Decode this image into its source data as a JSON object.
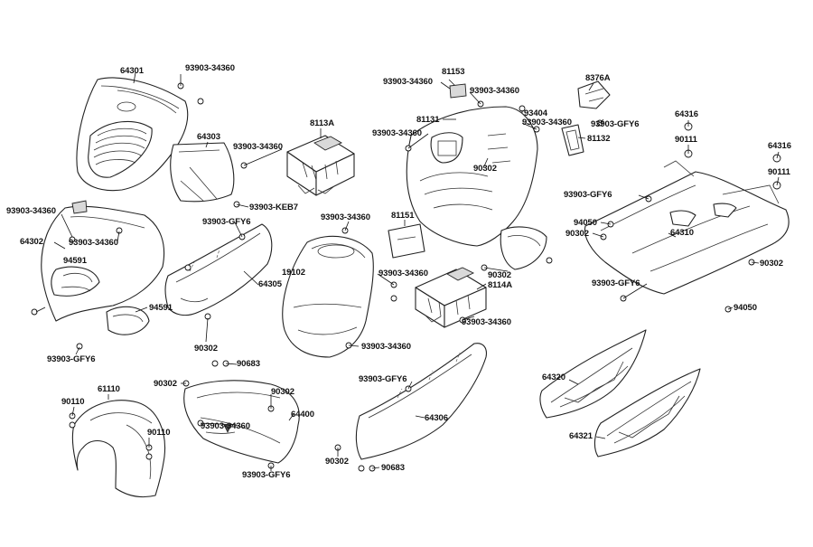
{
  "diagram": {
    "labels": {
      "p64301": "64301",
      "p93903_34360_a": "93903-34360",
      "p64303": "64303",
      "p93903_34360_b": "93903-34360",
      "p93903_keb7": "93903-KEB7",
      "p8113a": "8113A",
      "p93903_34360_c": "93903-34360",
      "p64302": "64302",
      "p93903_34360_d": "93903-34360",
      "p94591_a": "94591",
      "p94591_b": "94591",
      "p93903_gfy6_a": "93903-GFY6",
      "p93903_gfy6_b": "93903-GFY6",
      "p64305": "64305",
      "p90302_a": "90302",
      "p90683_a": "90683",
      "p93903_34360_e": "93903-34360",
      "p81153": "81153",
      "p93903_34360_f": "93903-34360",
      "p81131": "81131",
      "p93404": "93404",
      "p93903_34360_g": "93903-34360",
      "p93903_34360_h": "93903-34360",
      "p90302_b": "90302",
      "p8376a": "8376A",
      "p93903_gfy6_c": "93903-GFY6",
      "p81132": "81132",
      "p64316_a": "64316",
      "p90111_a": "90111",
      "p64316_b": "64316",
      "p90111_b": "90111",
      "p93903_gfy6_d": "93903-GFY6",
      "p94050_a": "94050",
      "p90302_c": "90302",
      "p64310": "64310",
      "p90302_d": "90302",
      "p93903_gfy6_e": "93903-GFY6",
      "p94050_b": "94050",
      "p93903_34360_i": "93903-34360",
      "p81151": "81151",
      "p19102": "19102",
      "p93903_34360_j": "93903-34360",
      "p90302_e": "90302",
      "p8114a": "8114A",
      "p93903_34360_k": "93903-34360",
      "p93903_34360_l": "93903-34360",
      "p90302_f": "90302",
      "p90302_g": "90302",
      "p93903_34360_m": "93903-34360",
      "p64400": "64400",
      "p93903_gfy6_f": "93903-GFY6",
      "p61110": "61110",
      "p90110_a": "90110",
      "p90110_b": "90110",
      "p93903_gfy6_g": "93903-GFY6",
      "p64306": "64306",
      "p90302_h": "90302",
      "p90683_b": "90683",
      "p64320": "64320",
      "p64321": "64321"
    }
  }
}
